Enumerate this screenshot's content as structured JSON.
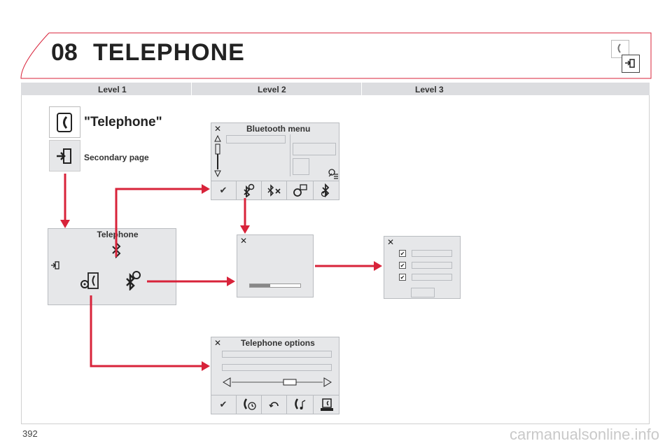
{
  "chapter": {
    "number": "08",
    "title": "TELEPHONE"
  },
  "levels": [
    "Level 1",
    "Level 2",
    "Level 3"
  ],
  "level1": {
    "main_label": "\"Telephone\"",
    "secondary_label": "Secondary page"
  },
  "telephone_panel": {
    "title": "Telephone"
  },
  "bluetooth_menu": {
    "title": "Bluetooth menu"
  },
  "telephone_options": {
    "title": "Telephone options"
  },
  "page_number": "392",
  "watermark": "carmanualsonline.info",
  "colors": {
    "accent": "#d8233a",
    "panel": "#e6e7e9",
    "border": "#b9bcc0"
  }
}
